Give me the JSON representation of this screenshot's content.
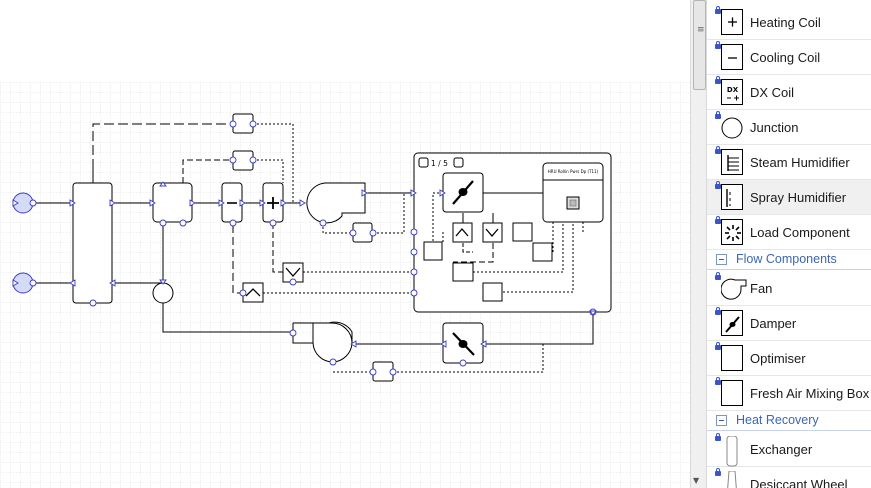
{
  "diagram": {
    "group_label": "1 / 5",
    "controller_label": "HRU Rollin Pwrs Dp (T11)"
  },
  "palette": {
    "items_top": [
      {
        "label": "Heating Coil",
        "icon": "heating-coil-icon"
      },
      {
        "label": "Cooling Coil",
        "icon": "cooling-coil-icon"
      },
      {
        "label": "DX Coil",
        "icon": "dx-coil-icon",
        "icon_text": "DX"
      },
      {
        "label": "Junction",
        "icon": "junction-icon"
      },
      {
        "label": "Steam Humidifier",
        "icon": "steam-humidifier-icon"
      },
      {
        "label": "Spray Humidifier",
        "icon": "spray-humidifier-icon"
      },
      {
        "label": "Load Component",
        "icon": "load-component-icon"
      }
    ],
    "categories": [
      {
        "label": "Flow Components"
      },
      {
        "label": "Heat Recovery"
      }
    ],
    "flow_items": [
      {
        "label": "Fan",
        "icon": "fan-icon"
      },
      {
        "label": "Damper",
        "icon": "damper-icon"
      },
      {
        "label": "Optimiser",
        "icon": "optimiser-icon"
      },
      {
        "label": "Fresh Air Mixing Box",
        "icon": "mixing-box-icon"
      }
    ],
    "heat_items": [
      {
        "label": "Exchanger",
        "icon": "exchanger-icon"
      },
      {
        "label": "Desiccant Wheel",
        "icon": "desiccant-wheel-icon"
      }
    ]
  }
}
